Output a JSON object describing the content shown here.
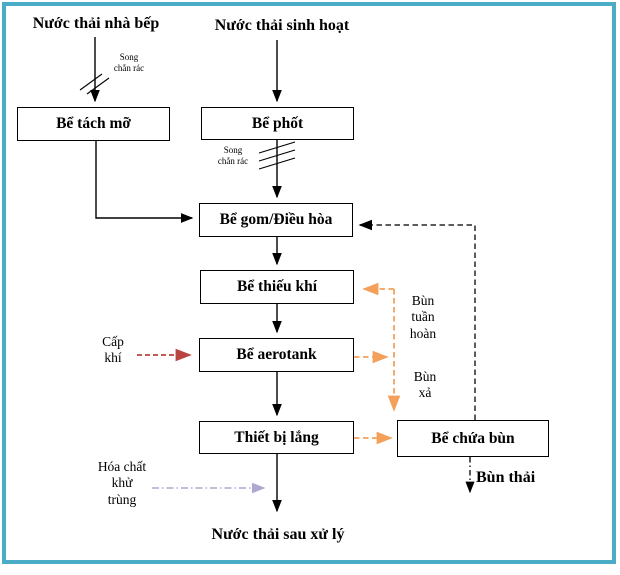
{
  "sources": {
    "kitchen": "Nước thải nhà bếp",
    "domestic": "Nước thải sinh hoạt"
  },
  "tanks": {
    "grease": "Bể tách mỡ",
    "septic": "Bể phốt",
    "collection": "Bể gom/Điều hòa",
    "anoxic": "Bể thiếu khí",
    "aerotank": "Bể aerotank",
    "settling": "Thiết bị lắng",
    "sludge": "Bể chứa bùn"
  },
  "streams": {
    "bar_screen_left": "Song\nchắn rác",
    "bar_screen_center": "Song\nchắn rác",
    "air_supply": "Cấp\nkhí",
    "return_sludge": "Bùn\ntuần\nhoàn",
    "excess_sludge": "Bùn\nxả",
    "disinfectant": "Hóa chất\nkhử\ntrùng"
  },
  "outputs": {
    "treated_water": "Nước thải sau xử lý",
    "waste_sludge": "Bùn thải"
  },
  "colors": {
    "frame": "#4BACC6",
    "flow_line": "#000000",
    "return_line": "#262626",
    "sludge_flow": "#F4A05A",
    "air_flow": "#B94441",
    "chemical_flow": "#ACA8D0"
  }
}
